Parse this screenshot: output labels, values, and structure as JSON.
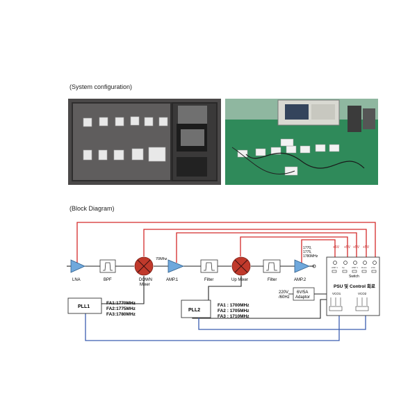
{
  "captions": {
    "system": "(System configuration)",
    "block": "(Block Diagram)"
  },
  "diagram": {
    "blocks": {
      "lna": "LNA",
      "bpf": "BPF",
      "down_mixer_line1": "DOWN",
      "down_mixer_line2": "Mixer",
      "freq_70": "70Mhz",
      "amp1": "AMP.1",
      "filter1": "Filter",
      "up_mixer": "Up Mixer",
      "filter2": "Filter",
      "amp2": "AMP.2",
      "pll1": "PLL1",
      "pll2": "PLL2",
      "adaptor_line1": "6V/5A",
      "adaptor_line2": "Adaptor",
      "mains_line1": "220V",
      "mains_line2": "/60Hz",
      "out_freq1": "1770,",
      "out_freq2": "1775,",
      "out_freq3": "1780MHz",
      "psu_label": "PSU 및 Control 회로",
      "switch_label": "Switch",
      "vco1": "VCO1",
      "vco2": "VCO2"
    },
    "pll1_freqs": [
      "FA1:1770MHz",
      "FA2:1775MHz",
      "FA3:1780MHz"
    ],
    "pll2_freqs": [
      "FA1 : 1700MHz",
      "FA2 : 1705MHz",
      "FA3 : 1710MHz"
    ],
    "supply_tags": [
      "+5V",
      "+5V",
      "+5V",
      "+5V"
    ],
    "colors": {
      "power_line": "#d42a2a",
      "control_line": "#3b5db0",
      "amp_fill": "#6fa8dc",
      "mixer_fill": "#c0392b"
    }
  }
}
